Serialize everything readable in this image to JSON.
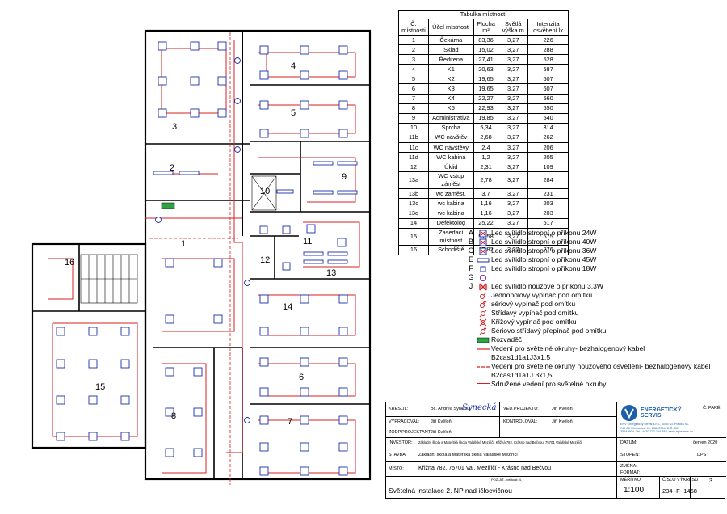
{
  "room_table": {
    "title": "Tabulka místností",
    "headers": [
      "Č. místnosti",
      "Účel místnosti",
      "Plocha m²",
      "Světlá výška m",
      "Intenzita osvětlení lx"
    ],
    "rows": [
      [
        "1",
        "Čekárna",
        "83,36",
        "3,27",
        "226"
      ],
      [
        "2",
        "Sklad",
        "15,02",
        "3,27",
        "288"
      ],
      [
        "3",
        "Ředitena",
        "27,41",
        "3,27",
        "528"
      ],
      [
        "4",
        "K1",
        "20,63",
        "3,27",
        "587"
      ],
      [
        "5",
        "K2",
        "19,65",
        "3,27",
        "607"
      ],
      [
        "6",
        "K3",
        "19,65",
        "3,27",
        "607"
      ],
      [
        "7",
        "K4",
        "22,27",
        "3,27",
        "560"
      ],
      [
        "8",
        "K5",
        "22,93",
        "3,27",
        "550"
      ],
      [
        "9",
        "Administrativa",
        "19,85",
        "3,27",
        "540"
      ],
      [
        "10",
        "Sprcha",
        "5,34",
        "3,27",
        "314"
      ],
      [
        "11b",
        "WC návštěv",
        "2,68",
        "3,27",
        "262"
      ],
      [
        "11c",
        "WC návštěvy",
        "2,4",
        "3,27",
        "206"
      ],
      [
        "11d",
        "WC kabina",
        "1,2",
        "3,27",
        "205"
      ],
      [
        "12",
        "Úklid",
        "2,31",
        "3,27",
        "109"
      ],
      [
        "13a",
        "WC vstup záměst",
        "2,78",
        "3,27",
        "284"
      ],
      [
        "13b",
        "wc zaměst.",
        "3,7",
        "3,27",
        "231"
      ],
      [
        "13c",
        "wc kabina",
        "1,16",
        "3,27",
        "203"
      ],
      [
        "13d",
        "wc kabina",
        "1,16",
        "3,27",
        "203"
      ],
      [
        "14",
        "Defektolog",
        "25,22",
        "3,27",
        "517"
      ],
      [
        "15",
        "Zasedací místnost",
        "51,58",
        "3,27",
        "575"
      ],
      [
        "16",
        "Schodiště",
        "17,82",
        "3,27",
        "276"
      ]
    ]
  },
  "legend": {
    "items": [
      {
        "code": "A",
        "text": "Led svítidlo stropní o příkonu 24W",
        "icon": "square-fixture-icon"
      },
      {
        "code": "B",
        "text": "Led svítidlo stropní o příkonu 40W",
        "icon": "square-fixture-icon"
      },
      {
        "code": "C",
        "text": "Led svítidlo stropní o příkonu 36W",
        "icon": "square-fixture-icon"
      },
      {
        "code": "E",
        "text": "Led svítidlo stropní o příkonu 45W",
        "icon": "linear-fixture-icon"
      },
      {
        "code": "F",
        "text": "Led svítidlo stropní o příkonu 18W",
        "icon": "small-fixture-icon"
      },
      {
        "code": "G",
        "text": "",
        "icon": "round-fixture-icon"
      },
      {
        "code": "J",
        "text": "Led svítidlo nouzové o příkonu 3,3W",
        "icon": "emergency-light-icon"
      },
      {
        "code": "",
        "text": "Jednopolový vypínač pod omítku",
        "icon": "switch-single-icon"
      },
      {
        "code": "",
        "text": "sériový vypínač pod omítku",
        "icon": "switch-serial-icon"
      },
      {
        "code": "",
        "text": "Střídavý vypínač pod omítku",
        "icon": "switch-alternating-icon"
      },
      {
        "code": "",
        "text": "Křížový vypínač pod omítku",
        "icon": "switch-cross-icon"
      },
      {
        "code": "",
        "text": "Sériovo střídavý přepínač pod omítku",
        "icon": "switch-serial-alternating-icon"
      },
      {
        "code": "",
        "text": "Rozvaděč",
        "icon": "distribution-board-icon"
      },
      {
        "code": "",
        "text": "Vedení pro světelné okruhy- bezhalogenový kabel",
        "icon": "red-solid-line-icon"
      },
      {
        "code": "",
        "text": "B2cas1d1a1J3x1,5",
        "icon": ""
      },
      {
        "code": "",
        "text": "Vedení pro světelné okruhy nouzového osvětlení- bezhalogenový kabel",
        "icon": "red-dashed-line-icon"
      },
      {
        "code": "",
        "text": "B2cas1d1a1J 3x1,5",
        "icon": ""
      },
      {
        "code": "",
        "text": "Sdružené vedení pro světelné okruhy",
        "icon": "double-line-icon"
      }
    ]
  },
  "title_block": {
    "labels": {
      "drew": "KRESLIL:",
      "prepared": "VYPRACOVAL:",
      "lead": "VED.PROJEKTU:",
      "check": "KONTROLOVAL:",
      "responsible": "ZODP.PROJEKTANT:",
      "investor": "INVESTOR:",
      "building": "STAVBA:",
      "place": "MÍSTO:",
      "date_label": "DATUM:",
      "degree_label": "STUPEŇ:",
      "change_label": "ZMĚNA:",
      "format_label": "FORMÁT:",
      "scale_label": "MĚŘÍTKO",
      "drawing_no_label": "ČÍSLO VÝKRESU",
      "copy": "Č. PARÉ"
    },
    "drew_name": "Bc. Andrea Synecká",
    "prepared_name": "Jiří Kvěloň",
    "lead_name": "Jiří Kvěloň",
    "check_name": "Jiří Kvěloň",
    "responsible_name": "Jiří Kvěloň",
    "investor_text": "Základní škola a Mateřská škola Valašské Meziříčí, Křižná 782, Krásno nad Bečvou, 75701 Valašské Meziříčí",
    "building_text": "Základní škola a Mateřská škola Valašské Meziříčí",
    "place_text": "Křižna 782, 75701 Val. Meziříčí - Krásno nad Bečvou",
    "date": "červen 2020",
    "degree": "DPS",
    "format": "",
    "drawing_title": "Světelná instalace 2. NP nad ičlocvičnou",
    "scale": "1:100",
    "drawing_no": "234 -F- 1468",
    "sheet": "3",
    "change_note": "POZLÁŽ - velikost: 4,",
    "company": {
      "name_line1": "ENERGETICKÝ",
      "name_line2": "SERVIS",
      "address": "EPV Energetický servis s.r.o., Sídlo: Zl. Potok 741, 742 83 Klimkovice, IČ: 25642904, DIČ: CZ 25642904, Tel.: +420 777 164 384, www.epvservis.cz"
    },
    "signature": "Synecká"
  },
  "rooms": [
    "1",
    "2",
    "3",
    "4",
    "5",
    "6",
    "7",
    "8",
    "9",
    "10",
    "11",
    "12",
    "13",
    "14",
    "15",
    "16"
  ],
  "colors": {
    "circuit": "#d42020",
    "wall": "#000000",
    "fixture": "#1c2fa8",
    "board": "#2ea344"
  }
}
